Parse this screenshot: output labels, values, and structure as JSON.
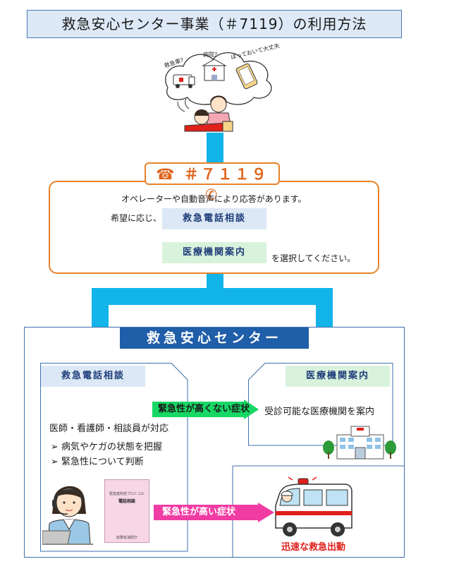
{
  "title": "救急安心センター事業（＃7119）の利用方法",
  "bubbles": [
    "救急車?",
    "病院?",
    "ほっておいて大丈夫?"
  ],
  "phone": {
    "number": "＃７１１９"
  },
  "operator": {
    "line1": "オペレーターや自動音声により応答があります。",
    "line2_prefix": "希望に応じ、",
    "choice1": "救急電話相談",
    "choice2": "医療機関案内",
    "line3_suffix": "を選択してください。"
  },
  "center": {
    "title": "救急安心センター"
  },
  "consult": {
    "title": "救急電話相談",
    "staff": "医師・看護師・相談員が対応",
    "bullet1": "➢ 病気やケガの状態を把握",
    "bullet2": "➢ 緊急性について判断",
    "book_line1": "緊急度判定プロトコル",
    "book_line2": "電話相談",
    "book_footer": "総務省消防庁"
  },
  "guide": {
    "title": "医療機関案内",
    "text": "受診可能な医療機関を案内"
  },
  "arrows": {
    "low": "緊急性が高くない症状",
    "high": "緊急性が高い症状"
  },
  "ambulance": {
    "caption": "迅速な救急出動"
  },
  "colors": {
    "cyan": "#12b4ea",
    "orange": "#e8822a",
    "navy": "#1f5ea8",
    "green_arrow": "#17d865",
    "pink_arrow": "#f03ca3"
  }
}
